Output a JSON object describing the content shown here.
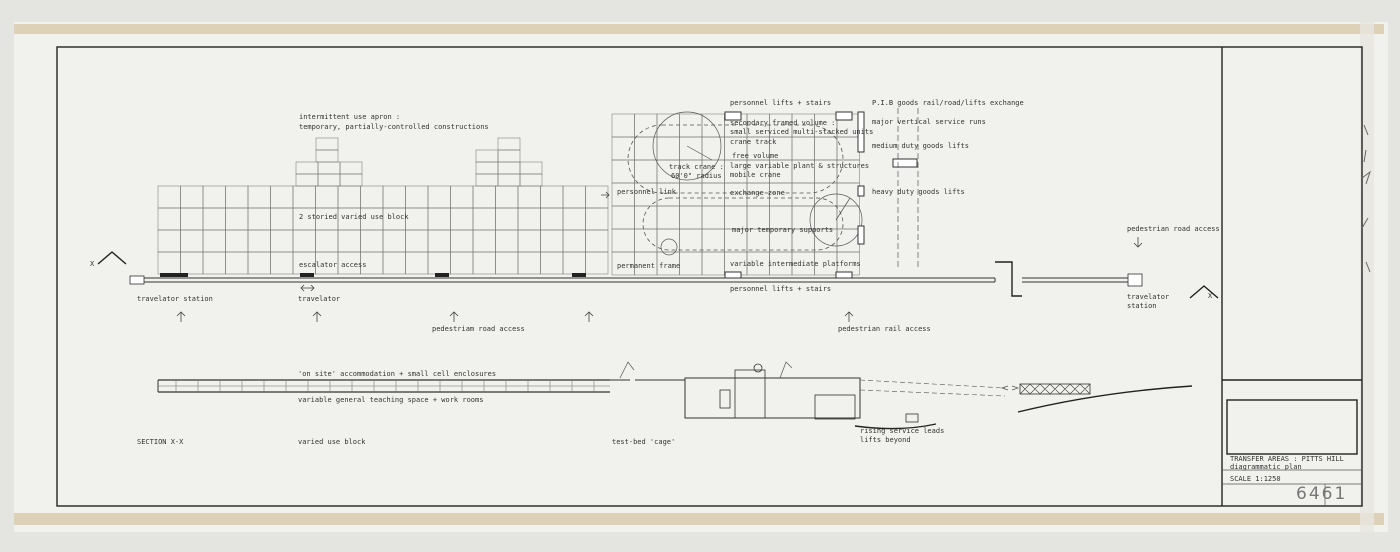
{
  "drawing": {
    "title_block": {
      "title": "TRANSFER AREAS : PITTS HILL",
      "subtitle": "diagrammatic plan",
      "scale": "SCALE  1:1250",
      "sheet_number": "6461"
    },
    "margin_mark": "- - ? ? -",
    "plan_labels": {
      "apron": "intermittent use apron :",
      "apron_sub": "temporary, partially-controlled constructions",
      "block": "2 storied varied use block",
      "escalator": "escalator access",
      "travelator_station_left": "travelator station",
      "travelator": "travelator",
      "ped_road_access_mid": "pedestriam road access",
      "personnel_link": "personnel link",
      "permanent_frame": "permanent frame",
      "track_crane": "track crane :",
      "track_crane_radius": "60'0\" radius",
      "personnel_lifts_top": "personnel lifts + stairs",
      "secondary_volume": "secondary framed volume :",
      "secondary_volume_sub": "small serviced multi-stacked units",
      "crane_track": "crane track",
      "free_volume": "free volume",
      "large_plant": "large variable plant & structures",
      "mobile_crane": "mobile crane",
      "exchange_zone": "exchange zone",
      "major_supports": "major temporary supports",
      "variable_platforms": "variable intermediate platforms",
      "personnel_lifts_bottom": "personnel lifts + stairs",
      "pib_exchange": "P.I.B goods rail/road/lifts exchange",
      "major_service": "major vertical service runs",
      "medium_lifts": "medium duty goods lifts",
      "heavy_lifts": "heavy duty goods lifts",
      "ped_rail_access": "pedestrian rail access",
      "ped_road_access_right": "pedestrian road access",
      "travelator_station_right_1": "travelator",
      "travelator_station_right_2": "station",
      "x_left": "X",
      "x_right": "X"
    },
    "section_labels": {
      "on_site": "'on site' accommodation + small cell enclosures",
      "teaching": "variable general teaching space + work rooms",
      "section": "SECTION X-X",
      "varied_block": "varied use block",
      "test_bed": "test-bed 'cage'",
      "rising_1": "rising service leads",
      "rising_2": "lifts beyond"
    }
  }
}
